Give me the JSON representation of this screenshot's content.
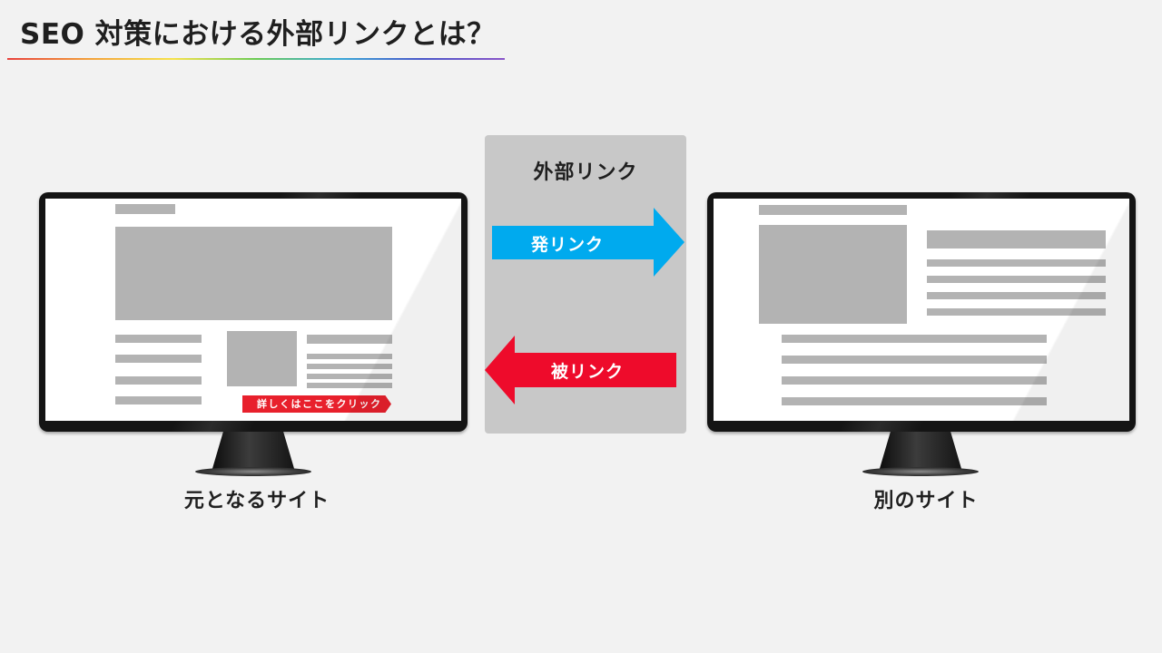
{
  "header": {
    "title": "SEO 対策における外部リンクとは？"
  },
  "source_site": {
    "caption": "元となるサイト",
    "cta_label": "詳しくはここをクリック"
  },
  "link_panel": {
    "title": "外部リンク",
    "outbound_label": "発リンク",
    "inbound_label": "被リンク"
  },
  "target_site": {
    "caption": "別のサイト"
  },
  "colors": {
    "outbound_arrow": "#00aaee",
    "inbound_arrow": "#ee0b2b",
    "cta": "#e8202c",
    "panel": "#c8c8c8",
    "placeholder": "#b3b3b3"
  }
}
